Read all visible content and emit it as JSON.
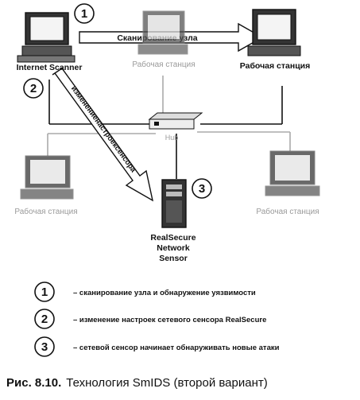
{
  "nodes": {
    "scanner_label": "Internet Scanner",
    "workstation_top_center": "Рабочая станция",
    "workstation_top_right": "Рабочая станция",
    "hub_label": "Hub",
    "workstation_bottom_left": "Рабочая станция",
    "workstation_bottom_right": "Рабочая станция",
    "sensor_label_line1": "RealSecure",
    "sensor_label_line2": "Network",
    "sensor_label_line3": "Sensor"
  },
  "arrows": {
    "scan_label": "Сканирование узла",
    "change_label": "изменениенастроексенсора"
  },
  "markers": [
    "1",
    "2",
    "3"
  ],
  "legend": [
    {
      "number": "1",
      "text": "– сканирование узла и обнаружение  уязвимости"
    },
    {
      "number": "2",
      "text": "– изменение настроек сетевого сенсора  RealSecure"
    },
    {
      "number": "3",
      "text": "– сетевой сенсор начинает обнаруживать  новые  атаки"
    }
  ],
  "caption": {
    "figure": "Рис. 8.10.",
    "text": "Технология SmIDS (второй вариант)"
  },
  "colors": {
    "ink": "#111111",
    "faded": "#9a9a9a",
    "arrow_fill": "#ffffff"
  }
}
